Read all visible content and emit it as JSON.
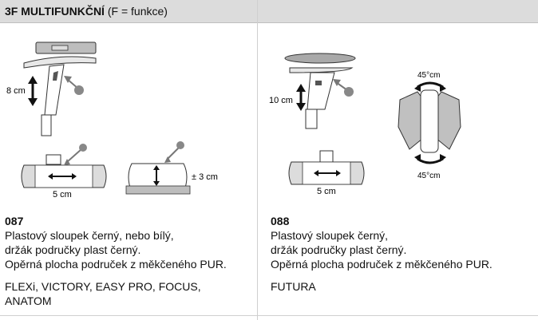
{
  "header": {
    "title_bold": "3F MULTIFUNKČNÍ",
    "title_rest": "(F = funkce)"
  },
  "left": {
    "code": "087",
    "description": [
      "Plastový sloupek černý, nebo bílý,",
      "držák područky plast černý.",
      "Opěrná plocha područek z měkčeného PUR."
    ],
    "models": [
      "FLEXi, VICTORY, EASY PRO, FOCUS,",
      "ANATOM"
    ],
    "labels": {
      "height": "8 cm",
      "width": "5 cm",
      "depth": "± 3 cm"
    }
  },
  "right": {
    "code": "088",
    "description": [
      "Plastový sloupek černý,",
      "držák područky plast černý.",
      "Opěrná plocha područek z měkčeného PUR."
    ],
    "models": [
      "FUTURA"
    ],
    "labels": {
      "height": "10 cm",
      "width": "5 cm",
      "rotate_top": "45°cm",
      "rotate_bottom": "45°cm"
    }
  }
}
